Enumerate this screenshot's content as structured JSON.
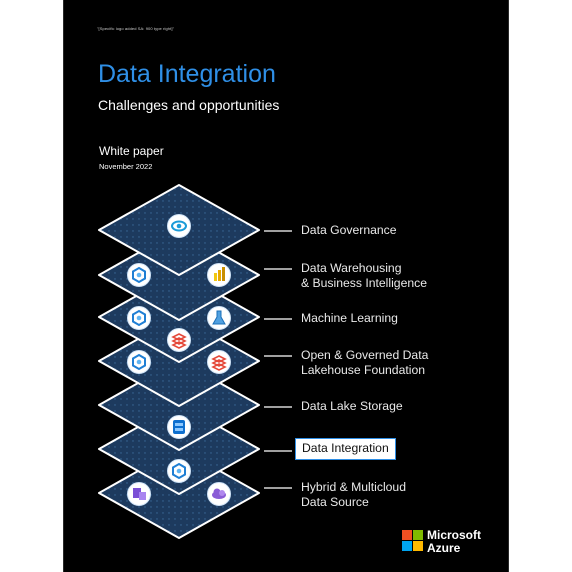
{
  "header_note": "\"[Specific logo added SA: 900 type right]\"",
  "title": "Data Integration",
  "subtitle": "Challenges and opportunities",
  "doc_type": "White paper",
  "date": "November 2022",
  "layers": [
    {
      "label": "Data Governance",
      "highlighted": false,
      "icons": [
        "purview-eye-icon"
      ]
    },
    {
      "label": "Data Warehousing\n& Business Intelligence",
      "highlighted": false,
      "icons": [
        "synapse-icon",
        "power-bi-icon"
      ]
    },
    {
      "label": "Machine Learning",
      "highlighted": false,
      "icons": [
        "synapse-icon",
        "machine-learning-flask-icon",
        "databricks-icon"
      ]
    },
    {
      "label": "Open & Governed Data\nLakehouse Foundation",
      "highlighted": false,
      "icons": [
        "synapse-icon",
        "databricks-icon"
      ]
    },
    {
      "label": "Data Lake Storage",
      "highlighted": false,
      "icons": [
        "data-lake-storage-icon"
      ]
    },
    {
      "label": "Data Integration",
      "highlighted": true,
      "icons": [
        "synapse-icon"
      ]
    },
    {
      "label": "Hybrid & Multicloud\nData Source",
      "highlighted": false,
      "icons": [
        "hybrid-source-icon",
        "multicloud-source-icon"
      ]
    }
  ],
  "brand": {
    "line1": "Microsoft",
    "line2": "Azure",
    "colors": [
      "#f25022",
      "#7fba00",
      "#00a4ef",
      "#ffb900"
    ]
  },
  "colors": {
    "title": "#2f8fe6",
    "plate_fill": "#1d3a5e",
    "plate_edge": "#ffffff",
    "highlight_border": "#2f8fe6"
  }
}
